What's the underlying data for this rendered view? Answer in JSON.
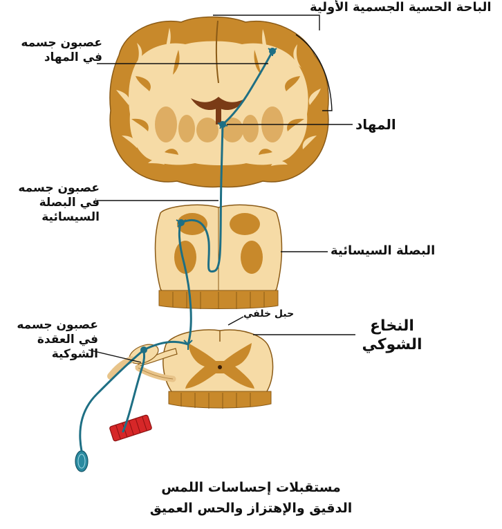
{
  "labels": {
    "somatosensory_area": "الباحة الحسية الجسمية الأولية",
    "thalamus_neuron": [
      "عصبون جسمه",
      "في المهاد"
    ],
    "thalamus": "المهاد",
    "medulla_neuron": [
      "عصبون جسمه",
      "في البصلة",
      "السيسائية"
    ],
    "medulla": "البصلة السيسائية",
    "ganglion_neuron": [
      "عصبون جسمه",
      "في العقدة",
      "الشوكية"
    ],
    "dorsal_column": "حبل خلفي",
    "spinal_cord": [
      "النخاع",
      "الشوكي"
    ]
  },
  "caption": [
    "مستقبلات إحساسات اللمس",
    "الدقيق والإهتزاز والحس العميق"
  ],
  "colors": {
    "gray_matter": "#c8892b",
    "white_matter": "#f6dba6",
    "nerve_pathway": "#1e6f84",
    "receptor_red": "#d62728"
  }
}
